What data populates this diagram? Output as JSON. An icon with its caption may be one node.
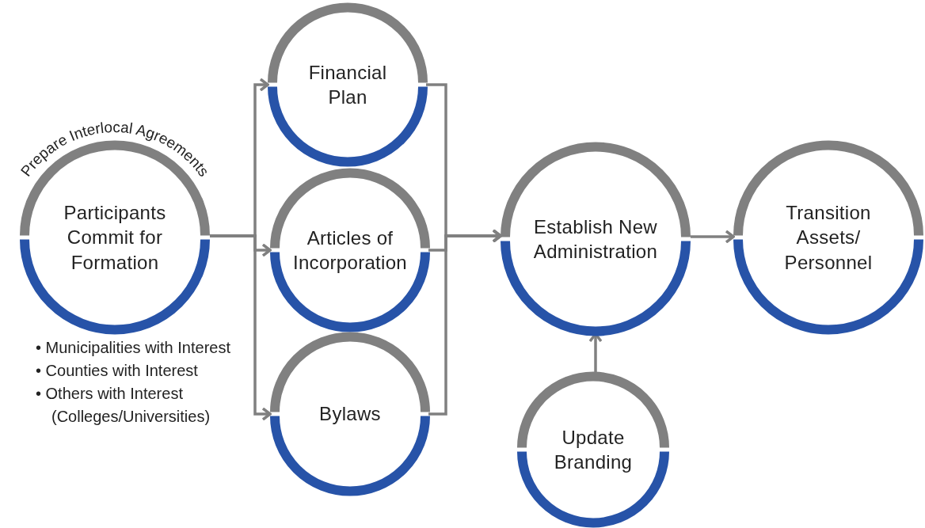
{
  "diagram": {
    "nodes": [
      {
        "text": [
          "Prepare Interlocal Agreements",
          "Participants Commit for Formation"
        ],
        "beside": [
          "• Municipalities with Interest",
          "• Counties with Interest",
          "• Others with Interest (Colleges/Universities)"
        ]
      },
      {
        "text": [
          "Financial Plan"
        ]
      },
      {
        "text": [
          "Articles of Incorporation"
        ]
      },
      {
        "text": [
          "Bylaws"
        ]
      },
      {
        "text": [
          "Establish New Administration"
        ]
      },
      {
        "text": [
          "Transition Assets/ Personnel"
        ]
      },
      {
        "text": [
          "Update Branding"
        ]
      }
    ],
    "edges": [
      {
        "from": 0,
        "to": 1,
        "arrow": "to"
      },
      {
        "from": 0,
        "to": 2,
        "arrow": "to"
      },
      {
        "from": 0,
        "to": 3,
        "arrow": "to"
      },
      {
        "from": 1,
        "to": 4,
        "arrow": "to"
      },
      {
        "from": 2,
        "to": 4,
        "arrow": "to"
      },
      {
        "from": 3,
        "to": 4,
        "arrow": "to"
      },
      {
        "from": 4,
        "to": 5,
        "arrow": "to"
      },
      {
        "from": 6,
        "to": 4,
        "arrow": "to"
      }
    ]
  }
}
